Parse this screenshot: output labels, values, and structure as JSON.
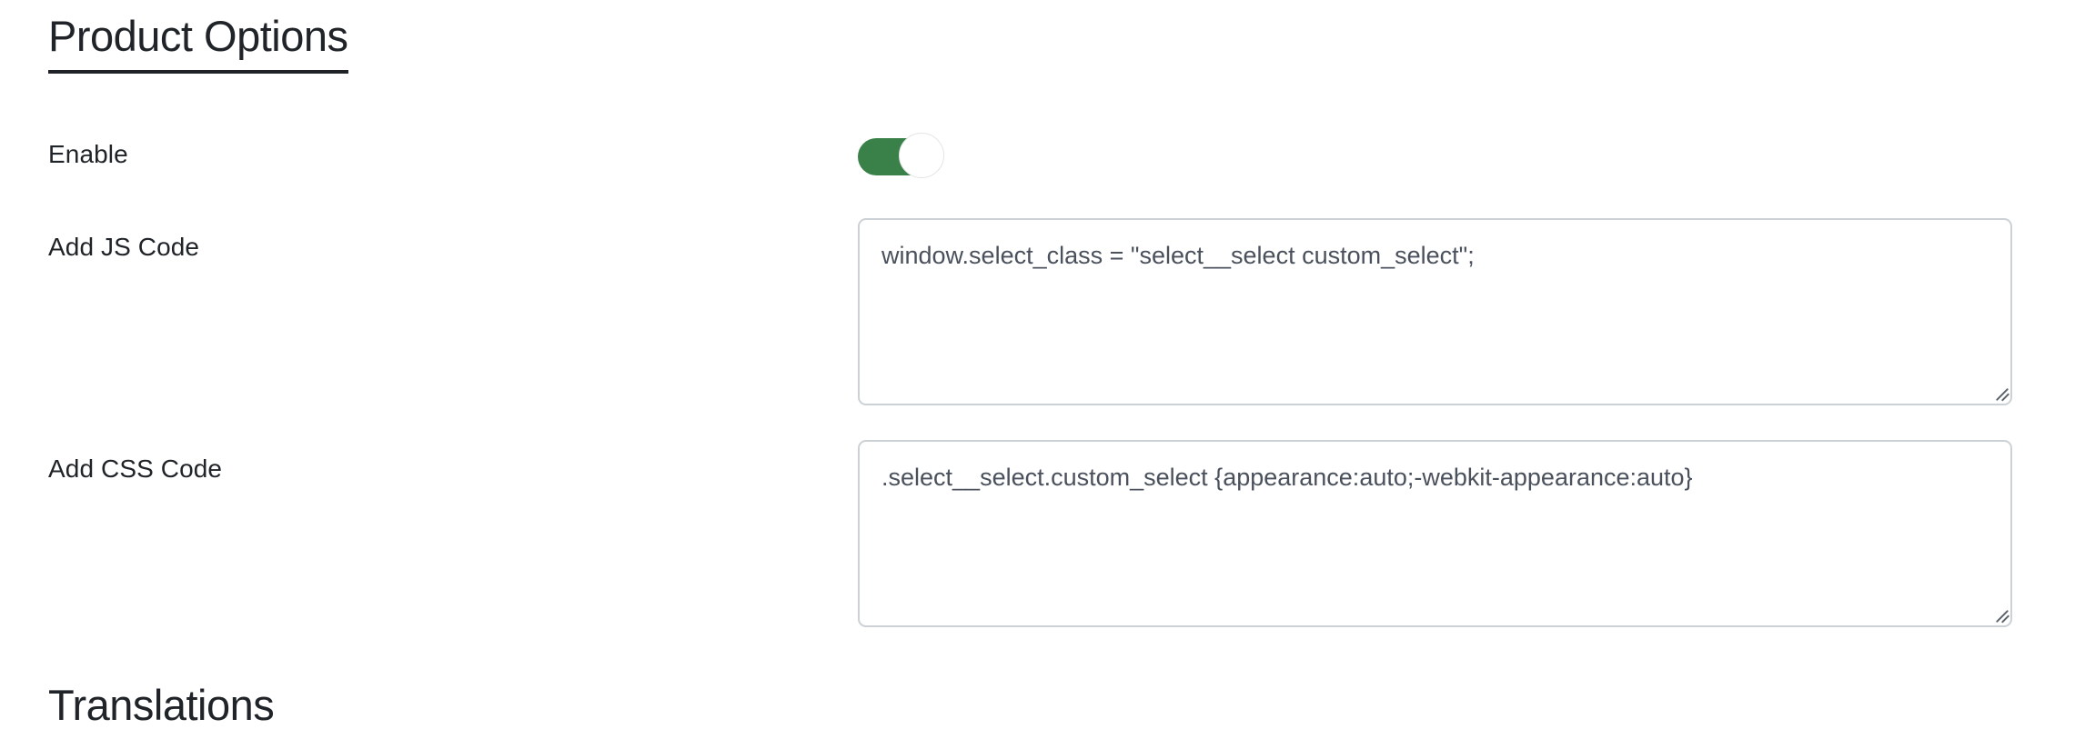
{
  "sections": [
    {
      "title": "Product Options",
      "underlined": true
    },
    {
      "title": "Translations",
      "underlined": false
    }
  ],
  "form": {
    "enable": {
      "label": "Enable",
      "toggle": {
        "state": "on",
        "state_label": "On",
        "track_color": "#3a8049",
        "knob_color": "#ffffff"
      }
    },
    "js_code": {
      "label": "Add JS Code",
      "value": "window.select_class = \"select__select custom_select\";",
      "placeholder": ""
    },
    "css_code": {
      "label": "Add CSS Code",
      "value": ".select__select.custom_select {appearance:auto;-webkit-appearance:auto}",
      "placeholder": ""
    }
  },
  "colors": {
    "background": "#ffffff",
    "heading_text": "#202428",
    "heading_rule": "#1f2327",
    "label_text": "#202428",
    "field_text": "#4a515c",
    "field_border": "#ccd1d6",
    "toggle_on": "#3a8049"
  }
}
